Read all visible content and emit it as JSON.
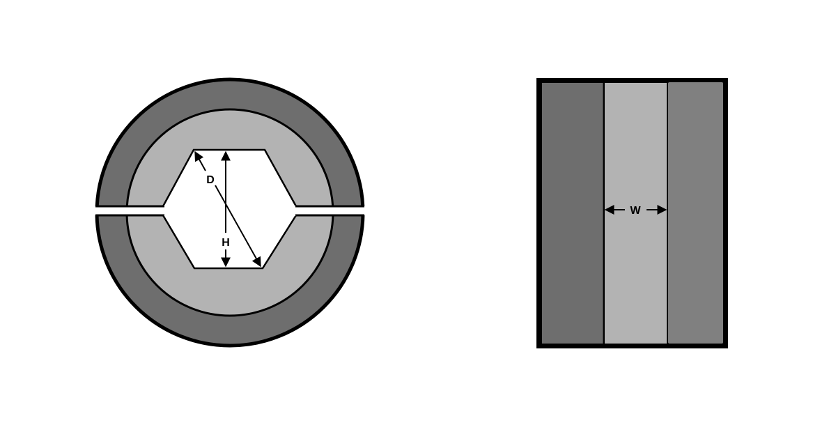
{
  "diagram": {
    "front_view": {
      "description": "Split circular crimping die with hexagonal cavity (front view)",
      "labels": {
        "diagonal": "D",
        "height": "H"
      }
    },
    "side_view": {
      "description": "Crimping die side view showing width",
      "labels": {
        "width": "W"
      }
    },
    "colors": {
      "outline": "#000000",
      "outer_ring": "#6e6e6e",
      "inner_ring": "#b3b3b3",
      "side_left": "#6e6e6e",
      "side_middle": "#b3b3b3",
      "side_right": "#808080",
      "background": "#ffffff"
    }
  }
}
